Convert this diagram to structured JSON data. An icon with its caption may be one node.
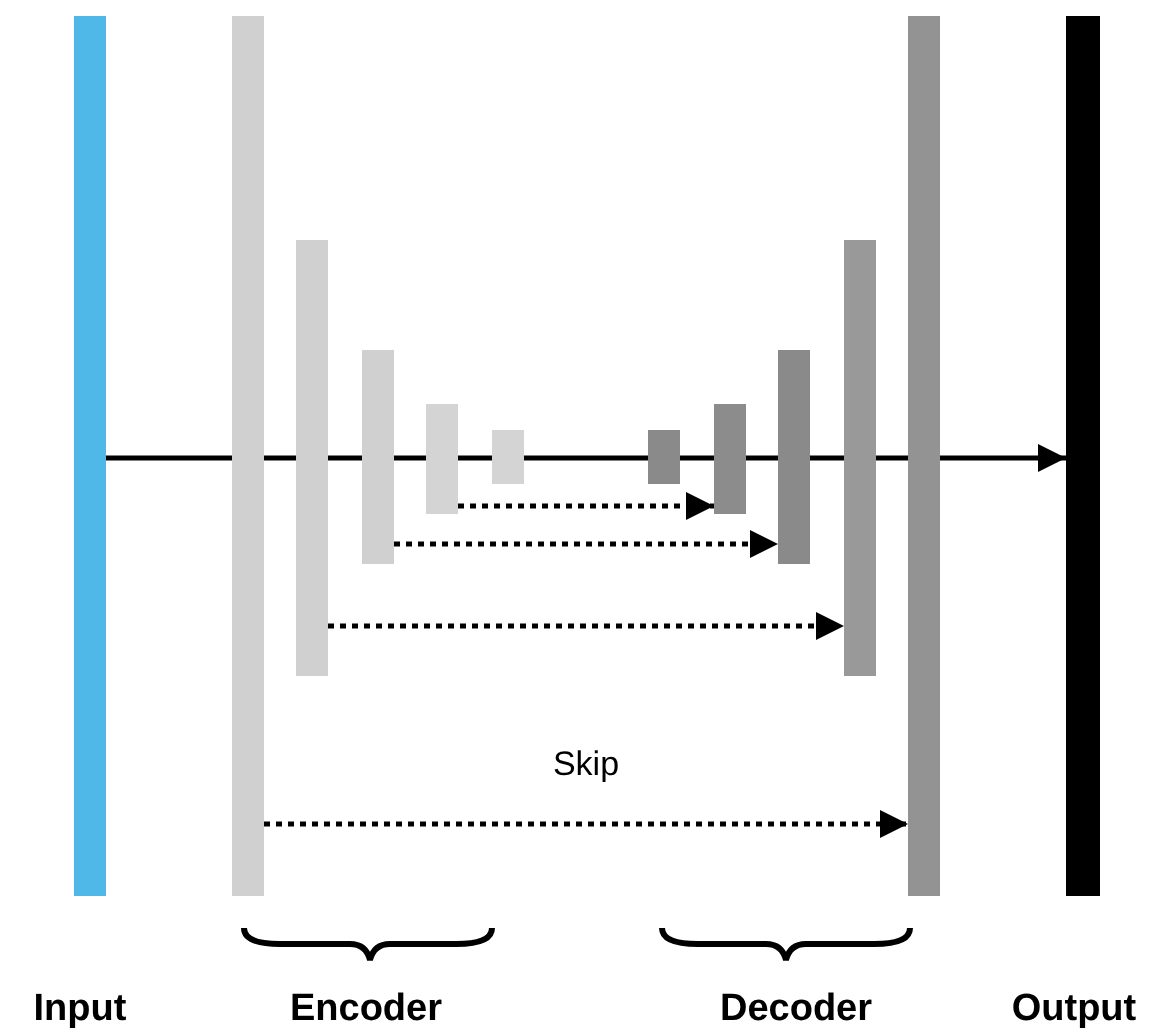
{
  "diagram": {
    "nodes": [
      {
        "text": [],
        "shape": "bar",
        "beside": [
          "Input"
        ]
      },
      {
        "text": [],
        "shape": "bar"
      },
      {
        "text": [],
        "shape": "bar"
      },
      {
        "text": [],
        "shape": "bar"
      },
      {
        "text": [],
        "shape": "bar"
      },
      {
        "text": [],
        "shape": "bar"
      },
      {
        "text": [],
        "shape": "bar"
      },
      {
        "text": [],
        "shape": "bar"
      },
      {
        "text": [],
        "shape": "bar"
      },
      {
        "text": [],
        "shape": "bar"
      },
      {
        "text": [],
        "shape": "bar"
      },
      {
        "text": [],
        "shape": "bar",
        "beside": [
          "Output"
        ]
      }
    ],
    "edges": [
      {
        "from": 0,
        "to": 1,
        "arrow": "none"
      },
      {
        "from": 1,
        "to": 2,
        "arrow": "none"
      },
      {
        "from": 2,
        "to": 3,
        "arrow": "none"
      },
      {
        "from": 3,
        "to": 4,
        "arrow": "none"
      },
      {
        "from": 4,
        "to": 5,
        "arrow": "none"
      },
      {
        "from": 5,
        "to": 6,
        "arrow": "none"
      },
      {
        "from": 6,
        "to": 7,
        "arrow": "none"
      },
      {
        "from": 7,
        "to": 8,
        "arrow": "none"
      },
      {
        "from": 8,
        "to": 9,
        "arrow": "none"
      },
      {
        "from": 9,
        "to": 10,
        "arrow": "none"
      },
      {
        "from": 10,
        "to": 11,
        "arrow": "to"
      },
      {
        "from": 1,
        "to": 10,
        "arrow": "to",
        "label": "Skip",
        "style": "dashed"
      },
      {
        "from": 2,
        "to": 9,
        "arrow": "to",
        "style": "dashed"
      },
      {
        "from": 3,
        "to": 8,
        "arrow": "to",
        "style": "dashed"
      },
      {
        "from": 4,
        "to": 7,
        "arrow": "to",
        "style": "dashed"
      }
    ],
    "labels": [
      "Encoder",
      "Decoder"
    ]
  }
}
